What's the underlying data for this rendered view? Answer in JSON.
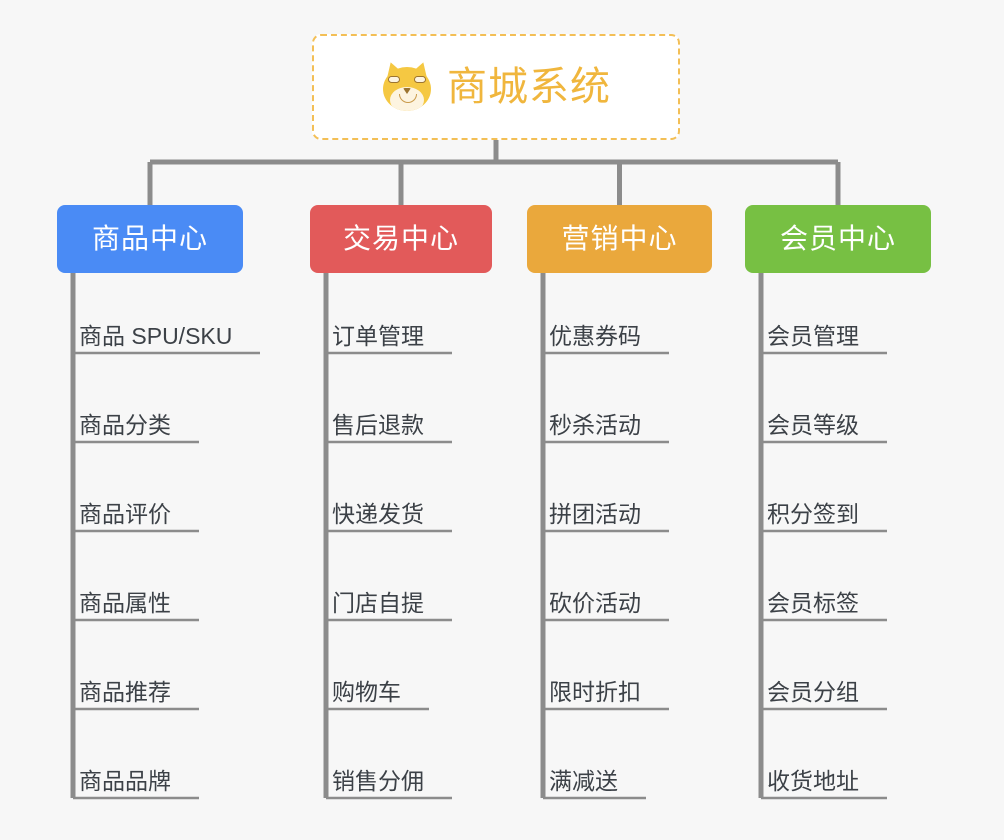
{
  "diagram": {
    "title": "商城系统",
    "root_icon": "shiba-dog-icon",
    "background_color": "#f7f7f7",
    "root": {
      "label": "商城系统",
      "text_color": "#f0b63d",
      "border_color": "#f3bf56",
      "fill_color": "#ffffff"
    },
    "connector_color": "#8c8c8c",
    "leaf_text_color": "#3c4147",
    "leaf_rule_color": "#9a9a9a",
    "columns": [
      {
        "label": "商品中心",
        "color": "#4a8bf5",
        "items": [
          "商品 SPU/SKU",
          "商品分类",
          "商品评价",
          "商品属性",
          "商品推荐",
          "商品品牌"
        ]
      },
      {
        "label": "交易中心",
        "color": "#e25a5a",
        "items": [
          "订单管理",
          "售后退款",
          "快递发货",
          "门店自提",
          "购物车",
          "销售分佣"
        ]
      },
      {
        "label": "营销中心",
        "color": "#eaa83c",
        "items": [
          "优惠券码",
          "秒杀活动",
          "拼团活动",
          "砍价活动",
          "限时折扣",
          "满减送"
        ]
      },
      {
        "label": "会员中心",
        "color": "#77c043",
        "items": [
          "会员管理",
          "会员等级",
          "积分签到",
          "会员标签",
          "会员分组",
          "收货地址"
        ]
      }
    ]
  }
}
